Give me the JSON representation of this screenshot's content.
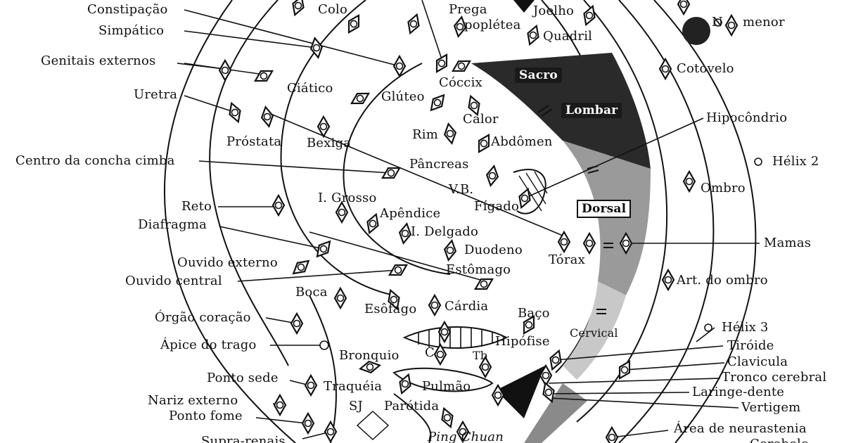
{
  "labels": {
    "constipacao": "Constipação",
    "simpatico": "Simpático",
    "genitais_externos": "Genitais externos",
    "uretra": "Uretra",
    "prostata": "Próstata",
    "bexiga": "Bexiga",
    "centro_concha": "Centro da concha cimba",
    "reto": "Reto",
    "diafragma": "Diafragma",
    "ouvido_externo": "Ouvido externo",
    "ouvido_central": "Ouvido central",
    "boca": "Boca",
    "orgao_coracao": "Órgão coração",
    "apice_trago": "Ápice do trago",
    "ponto_sede": "Ponto sede",
    "nariz_externo": "Nariz externo",
    "ponto_fome": "Ponto fome",
    "supra_renais": "Supra-renais",
    "colo": "Colo",
    "prega": "Prega",
    "poplitea": "poplétea",
    "joelho": "Joelho",
    "quadril": "Quadril",
    "n_menor": "N",
    "menor": "menor",
    "sacro": "Sacro",
    "lombar": "Lombar",
    "cotovelo": "Cotovelo",
    "ciatico": "Ciático",
    "gluteo": "Glúteo",
    "coccix": "Cóccix",
    "calor": "Calor",
    "rim": "Rim",
    "abdomen": "Abdômen",
    "hipocondrio": "Hipocôndrio",
    "helix2": "Hélix 2",
    "pancreas": "Pâncreas",
    "vb": "V.B.",
    "figado": "Fígado",
    "ombro": "Ombro",
    "dorsal": "Dorsal",
    "i_grosso": "I. Grosso",
    "apendice": "Apêndice",
    "i_delgado": "I. Delgado",
    "duodeno": "Duodeno",
    "torax": "Tórax",
    "mamas": "Mamas",
    "estomago": "Estômago",
    "art_ombro": "Art. do ombro",
    "esofago": "Esôfago",
    "cardia": "Cárdia",
    "baco": "Baço",
    "cervical": "Cervical",
    "helix3": "Hélix 3",
    "bronquio": "Bronquio",
    "c": "C",
    "tb": "Tb",
    "hipofise": "Hipófise",
    "tiroide": "Tiróide",
    "clavicula": "Clavicula",
    "tronco_cerebral": "Tronco cerebral",
    "laringe_dente": "Laringe-dente",
    "vertigem": "Vertigem",
    "traqueia": "Traquéia",
    "pulmao": "Pulmão",
    "sj": "SJ",
    "parotida": "Parótida",
    "ping_chuan": "Ping Chuan",
    "area_neurastenia": "Área de neurastenia",
    "cerebelo_partial": "Cerebelo"
  }
}
